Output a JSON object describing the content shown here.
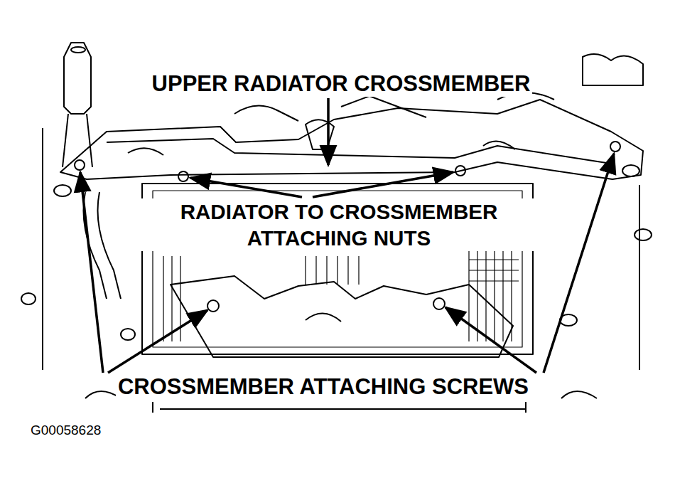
{
  "diagram": {
    "labels": [
      "UPPER RADIATOR CROSSMEMBER",
      "RADIATOR TO CROSSMEMBER ATTACHING NUTS",
      "CROSSMEMBER ATTACHING SCREWS",
      "G00058628"
    ]
  }
}
